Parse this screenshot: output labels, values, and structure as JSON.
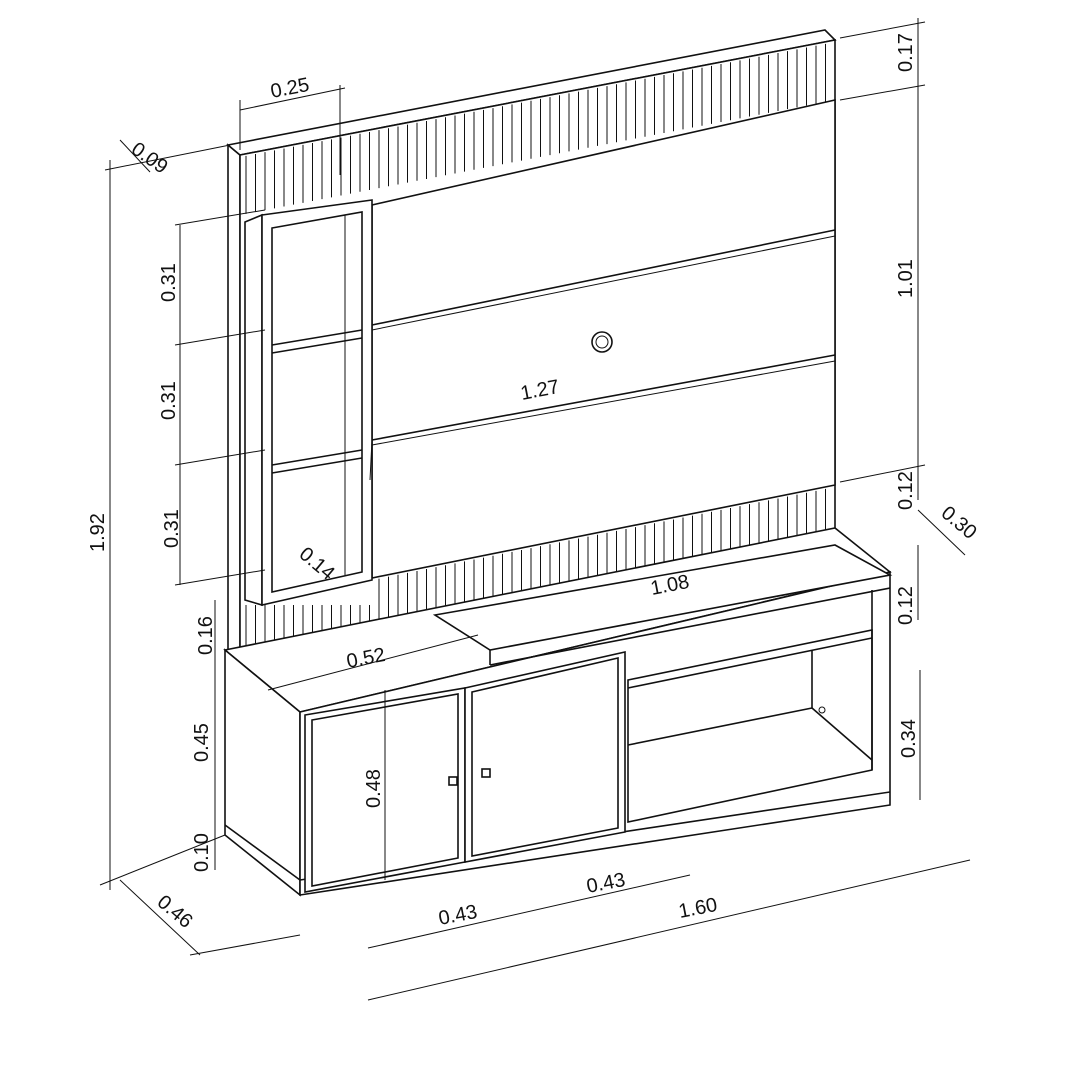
{
  "drawing": {
    "title": "TV stand with panel — dimensioned isometric drawing",
    "line_color": "#111111",
    "background": "#ffffff",
    "units": "m"
  },
  "dimensions": {
    "panel_top_shelf_width": "0.25",
    "panel_depth_top": "0.09",
    "top_slat_band_height": "0.17",
    "shelf_1_height": "0.31",
    "shelf_2_height": "0.31",
    "shelf_3_height": "0.31",
    "panel_board_height": "1.01",
    "panel_board_width": "1.27",
    "lower_slat_band_height": "0.12",
    "rack_top_depth": "0.30",
    "shelf_depth": "0.14",
    "rack_top_width": "1.08",
    "niche_height": "0.12",
    "panel_gap_height": "0.16",
    "rack_left_width": "0.52",
    "cabinet_height": "0.45",
    "door_height": "0.48",
    "open_niche_height": "0.34",
    "plinth_height": "0.10",
    "total_height": "1.92",
    "door_1_width": "0.43",
    "door_2_width": "0.43",
    "total_width": "1.60",
    "total_depth": "0.46"
  }
}
